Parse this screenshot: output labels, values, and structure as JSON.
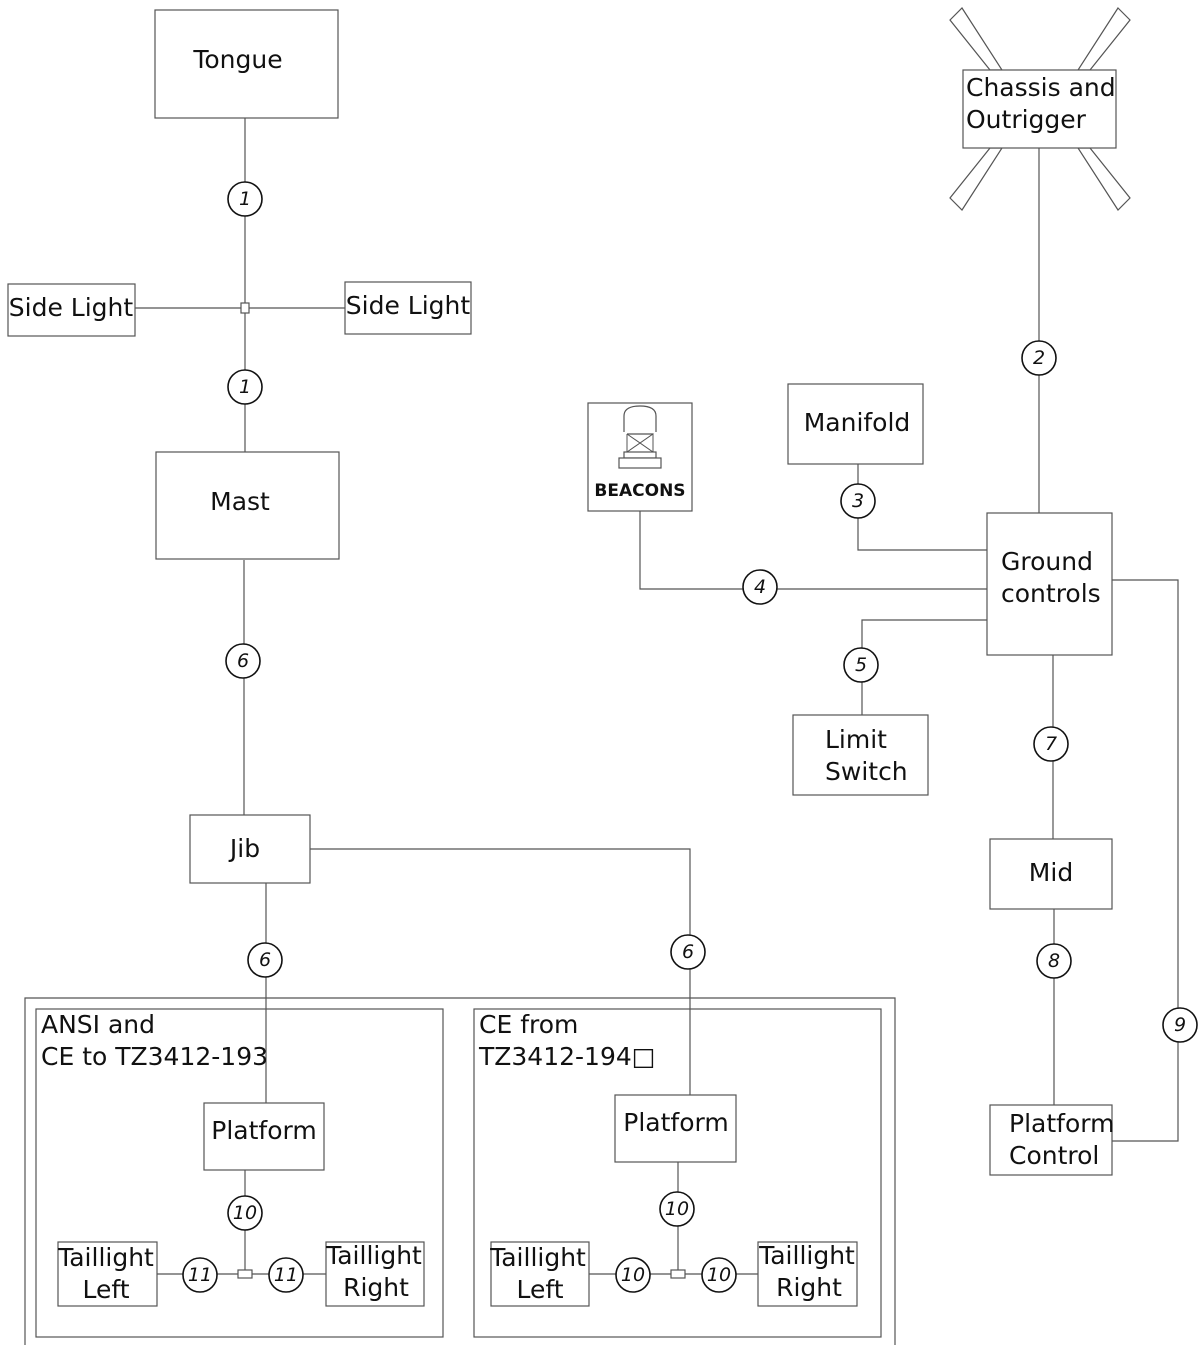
{
  "components": {
    "tongue": "Tongue",
    "chassis_line1": "Chassis and",
    "chassis_line2": "Outrigger",
    "side_light_left": "Side Light",
    "side_light_right": "Side Light",
    "mast": "Mast",
    "manifold": "Manifold",
    "beacons": "BEACONS",
    "ground_line1": "Ground",
    "ground_line2": "controls",
    "limit_line1": "Limit",
    "limit_line2": "Switch",
    "jib": "Jib",
    "mid": "Mid",
    "platform_control_line1": "Platform",
    "platform_control_line2": "Control"
  },
  "groups": {
    "ansi_line1": "ANSI and",
    "ansi_line2": "CE to TZ3412-193",
    "ce_line1": "CE from",
    "ce_line2": "TZ3412-194□"
  },
  "ansi_group": {
    "platform": "Platform",
    "taillight_left_line1": "Taillight",
    "taillight_left_line2": "Left",
    "taillight_right_line1": "Taillight",
    "taillight_right_line2": "Right"
  },
  "ce_group": {
    "platform": "Platform",
    "taillight_left_line1": "Taillight",
    "taillight_left_line2": "Left",
    "taillight_right_line1": "Taillight",
    "taillight_right_line2": "Right"
  },
  "connections": {
    "tongue_upper": "1",
    "tongue_lower": "1",
    "chassis_ground": "2",
    "manifold_ground": "3",
    "beacons_ground": "4",
    "limit_ground": "5",
    "mast_jib": "6",
    "jib_ansi": "6",
    "jib_ce": "6",
    "ground_mid": "7",
    "mid_platform": "8",
    "ground_platform": "9",
    "ansi_platform_tail": "10",
    "ansi_tail_left": "11",
    "ansi_tail_right": "11",
    "ce_platform_tail": "10",
    "ce_tail_left": "10",
    "ce_tail_right": "10"
  }
}
